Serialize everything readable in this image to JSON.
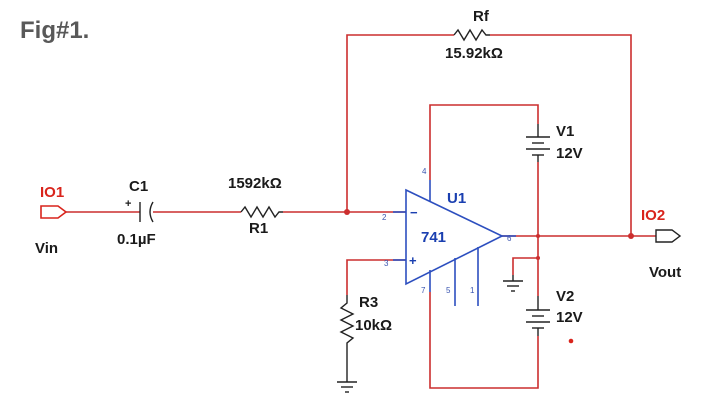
{
  "figure": {
    "title": "Fig#1."
  },
  "ports": {
    "input": {
      "name": "IO1",
      "label": "Vin"
    },
    "output": {
      "name": "IO2",
      "label": "Vout"
    }
  },
  "components": {
    "c1": {
      "name": "C1",
      "value": "0.1µF",
      "polarity": "+"
    },
    "r1": {
      "name": "R1",
      "value": "1592kΩ"
    },
    "rf": {
      "name": "Rf",
      "value": "15.92kΩ"
    },
    "r3": {
      "name": "R3",
      "value": "10kΩ"
    },
    "u1": {
      "name": "U1",
      "model": "741",
      "inv": "−",
      "noninv": "+"
    },
    "v1": {
      "name": "V1",
      "value": "12V"
    },
    "v2": {
      "name": "V2",
      "value": "12V"
    }
  },
  "pins": {
    "p2": "2",
    "p3": "3",
    "p4": "4",
    "p5": "5",
    "p6": "6",
    "p7": "7",
    "p1": "1"
  },
  "colors": {
    "wire": "#cc2e2e",
    "opamp": "#2d4fbf",
    "io_label": "#d9241c",
    "component": "#222222"
  }
}
